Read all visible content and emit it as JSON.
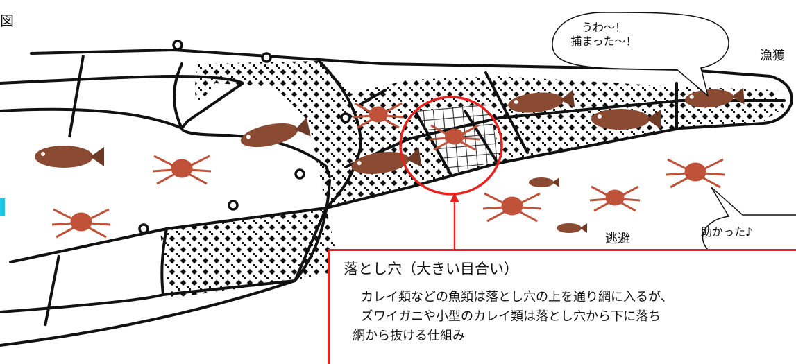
{
  "figure": {
    "label": "図"
  },
  "labels": {
    "catch": "漁獲",
    "escape": "逃避"
  },
  "bubbles": {
    "catch_line1": "うわ～！",
    "catch_line2": "捕まった～！",
    "escape": "助かった♪"
  },
  "callout": {
    "title": "落とし穴（大きい目合い）",
    "line1": "カレイ類などの魚類は落とし穴の上を通り網に入るが、",
    "line2": "ズワイガニや小型のカレイ類は落とし穴から下に落ち",
    "line3": "網から抜ける仕組み"
  },
  "colors": {
    "highlight": "#e8231f",
    "fish": "#8b4a32",
    "crab": "#c0523a",
    "accent": "#1ec6e8"
  }
}
